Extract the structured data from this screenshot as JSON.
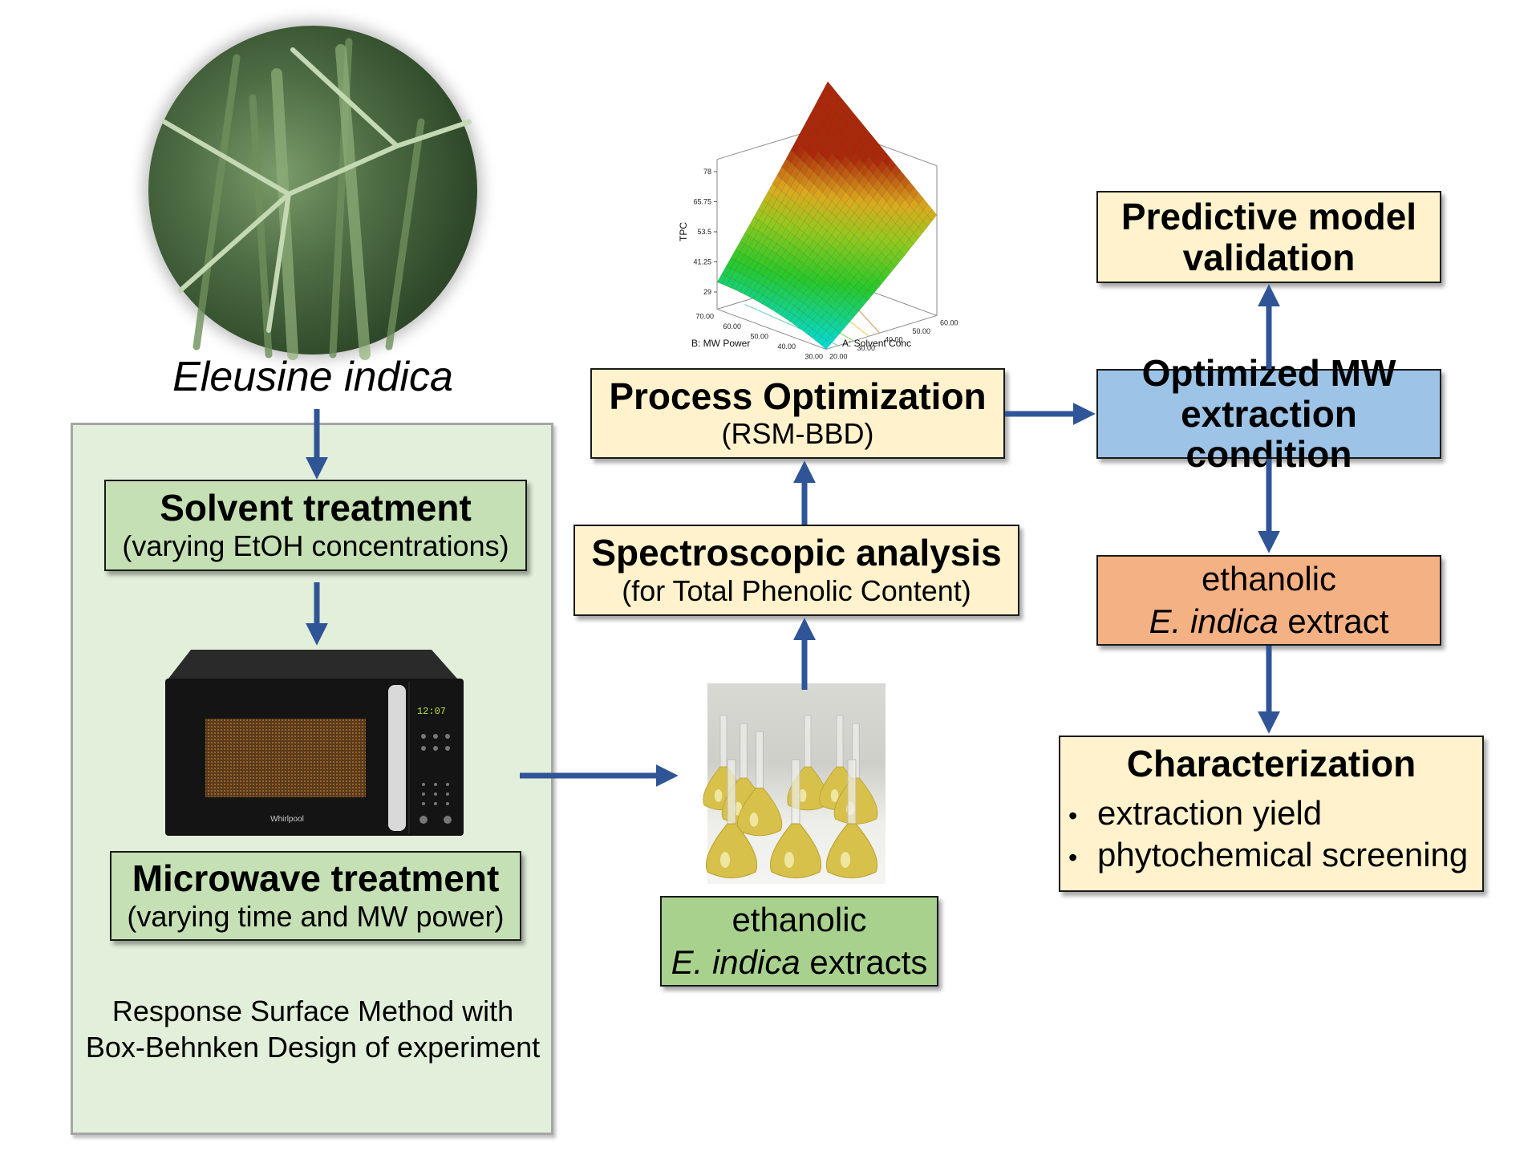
{
  "species_label": "Eleusine indica",
  "left_panel": {
    "solvent": {
      "title": "Solvent treatment",
      "subtitle": "(varying  EtOH concentrations)"
    },
    "microwave": {
      "title": "Microwave treatment",
      "subtitle": "(varying  time and MW power)"
    },
    "microwave_display": "12:07",
    "microwave_brand": "Whirlpool",
    "rsm_note": "Response Surface Method with Box-Behnken Design of experiment"
  },
  "center": {
    "process": {
      "title": "Process Optimization",
      "subtitle": "(RSM-BBD)"
    },
    "spectro": {
      "title": "Spectroscopic analysis",
      "subtitle": "(for Total Phenolic Content)"
    },
    "extracts": {
      "line1": "ethanolic",
      "italic": "E. indica",
      "rest": " extracts"
    }
  },
  "right": {
    "predictive": {
      "line1": "Predictive model",
      "line2": "validation"
    },
    "optimized": {
      "line1": "Optimized MW",
      "line2": "extraction condition"
    },
    "extract": {
      "line1": "ethanolic",
      "italic": "E. indica",
      "rest": " extract"
    },
    "characterization": {
      "title": "Characterization",
      "items": [
        "extraction yield",
        "phytochemical screening"
      ]
    }
  },
  "colors": {
    "arrow": "#2f5597",
    "cream": "#fff2cc",
    "light_green": "#c5e0b4",
    "green": "#a9d18e",
    "blue": "#9dc3e6",
    "orange": "#f4b183",
    "panel": "#e2efda"
  },
  "chart_data": {
    "type": "surface3d",
    "title": "",
    "zlabel": "TPC",
    "xlabel": "A: Solvent Conc",
    "ylabel": "B: MW Power",
    "z_ticks": [
      "29",
      "41.25",
      "53.5",
      "65.75",
      "78"
    ],
    "x_ticks": [
      "20.00",
      "30.00",
      "40.00",
      "50.00",
      "60.00"
    ],
    "y_ticks": [
      "30.00",
      "40.00",
      "50.00",
      "60.00",
      "70.00"
    ],
    "zlim": [
      29,
      78
    ],
    "xlim": [
      20,
      60
    ],
    "ylim": [
      30,
      70
    ],
    "corners": [
      {
        "A": 20,
        "B": 70,
        "TPC": 43
      },
      {
        "A": 60,
        "B": 70,
        "TPC": 78
      },
      {
        "A": 20,
        "B": 30,
        "TPC": 22
      },
      {
        "A": 60,
        "B": 30,
        "TPC": 60
      }
    ]
  }
}
